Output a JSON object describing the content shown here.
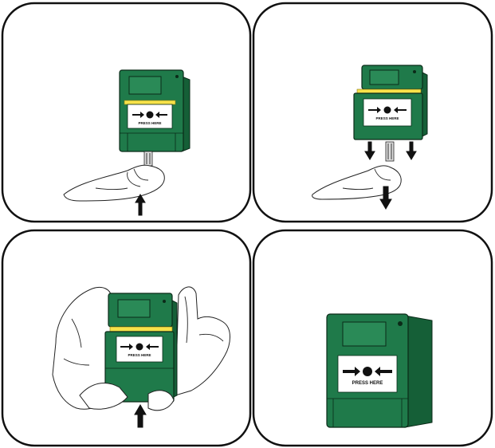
{
  "panels": [
    {
      "id": "step-1",
      "label_text": "PRESS HERE"
    },
    {
      "id": "step-2",
      "label_text": "PRESS HERE"
    },
    {
      "id": "step-3",
      "label_text": "PRESS HERE"
    },
    {
      "id": "step-4",
      "label_text": "PRESS HERE"
    }
  ],
  "colors": {
    "device_green": "#1f7a4a",
    "device_dark": "#155f37",
    "cover_yellow": "#f6e24a",
    "frame": "#111111"
  },
  "icons": [
    "arrow-up-icon",
    "arrow-down-icon",
    "press-symbol-icon",
    "hand-icon",
    "key-icon"
  ]
}
